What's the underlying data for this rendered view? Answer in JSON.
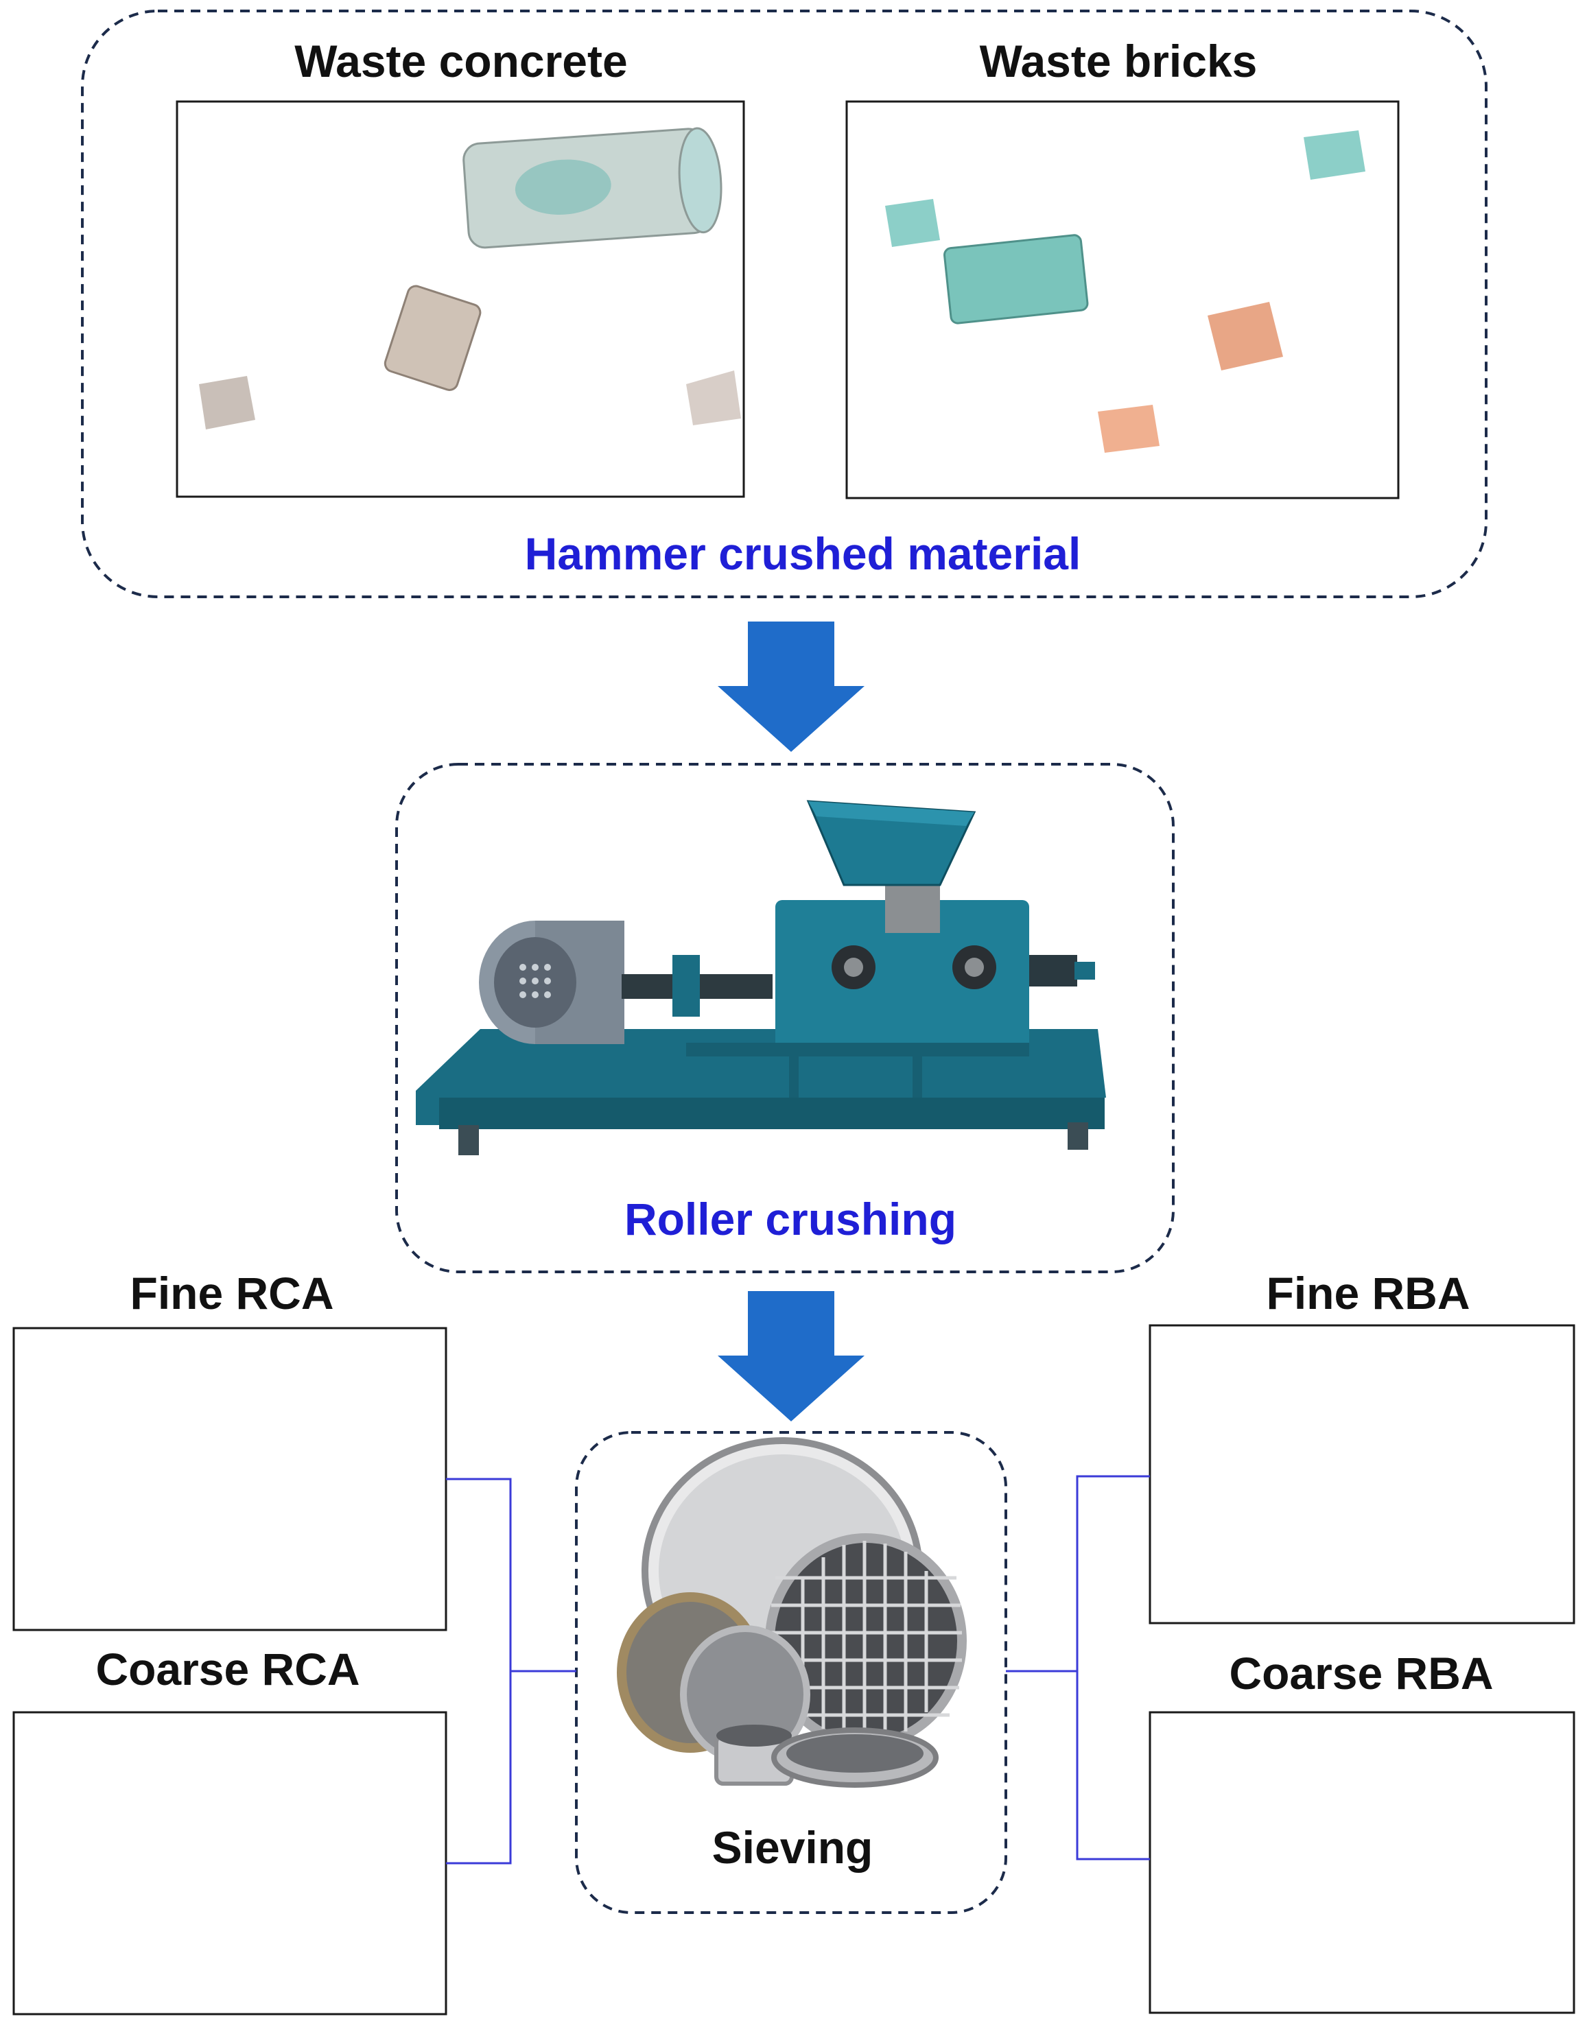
{
  "stage1": {
    "left_label": "Waste concrete",
    "right_label": "Waste bricks",
    "caption": "Hammer crushed material"
  },
  "stage2": {
    "caption": "Roller crushing"
  },
  "stage3": {
    "caption": "Sieving"
  },
  "products": {
    "fine_rca": "Fine RCA",
    "coarse_rca": "Coarse RCA",
    "fine_rba": "Fine RBA",
    "coarse_rba": "Coarse RBA"
  },
  "colors": {
    "caption_blue": "#1f1fd6",
    "arrow_blue": "#1f6cc9",
    "frame_dash": "#1c2b4a",
    "connector": "#3b3bd8",
    "label_black": "#111111"
  }
}
